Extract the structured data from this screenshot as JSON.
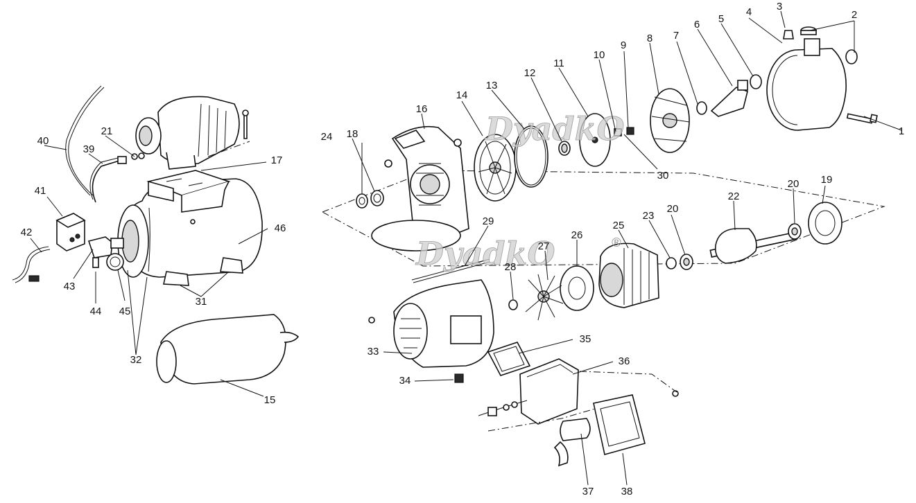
{
  "watermark": {
    "text": "DyadkO",
    "mark": "®"
  },
  "callouts": [
    {
      "id": "c1",
      "text": "1"
    },
    {
      "id": "c2",
      "text": "2"
    },
    {
      "id": "c3",
      "text": "3"
    },
    {
      "id": "c4",
      "text": "4"
    },
    {
      "id": "c5",
      "text": "5"
    },
    {
      "id": "c6",
      "text": "6"
    },
    {
      "id": "c7",
      "text": "7"
    },
    {
      "id": "c8",
      "text": "8"
    },
    {
      "id": "c9",
      "text": "9"
    },
    {
      "id": "c10",
      "text": "10"
    },
    {
      "id": "c11",
      "text": "11"
    },
    {
      "id": "c12",
      "text": "12"
    },
    {
      "id": "c13",
      "text": "13"
    },
    {
      "id": "c14",
      "text": "14"
    },
    {
      "id": "c15",
      "text": "15"
    },
    {
      "id": "c16",
      "text": "16"
    },
    {
      "id": "c17",
      "text": "17"
    },
    {
      "id": "c18",
      "text": "18"
    },
    {
      "id": "c19",
      "text": "19"
    },
    {
      "id": "c20a",
      "text": "20"
    },
    {
      "id": "c20b",
      "text": "20"
    },
    {
      "id": "c21",
      "text": "21"
    },
    {
      "id": "c22",
      "text": "22"
    },
    {
      "id": "c23",
      "text": "23"
    },
    {
      "id": "c24",
      "text": "24"
    },
    {
      "id": "c25",
      "text": "25"
    },
    {
      "id": "c26",
      "text": "26"
    },
    {
      "id": "c27",
      "text": "27"
    },
    {
      "id": "c28",
      "text": "28"
    },
    {
      "id": "c29",
      "text": "29"
    },
    {
      "id": "c30",
      "text": "30"
    },
    {
      "id": "c31",
      "text": "31"
    },
    {
      "id": "c32",
      "text": "32"
    },
    {
      "id": "c33",
      "text": "33"
    },
    {
      "id": "c34",
      "text": "34"
    },
    {
      "id": "c35",
      "text": "35"
    },
    {
      "id": "c36",
      "text": "36"
    },
    {
      "id": "c37",
      "text": "37"
    },
    {
      "id": "c38",
      "text": "38"
    },
    {
      "id": "c39",
      "text": "39"
    },
    {
      "id": "c40",
      "text": "40"
    },
    {
      "id": "c41",
      "text": "41"
    },
    {
      "id": "c42",
      "text": "42"
    },
    {
      "id": "c43",
      "text": "43"
    },
    {
      "id": "c44",
      "text": "44"
    },
    {
      "id": "c45",
      "text": "45"
    },
    {
      "id": "c46",
      "text": "46"
    }
  ]
}
